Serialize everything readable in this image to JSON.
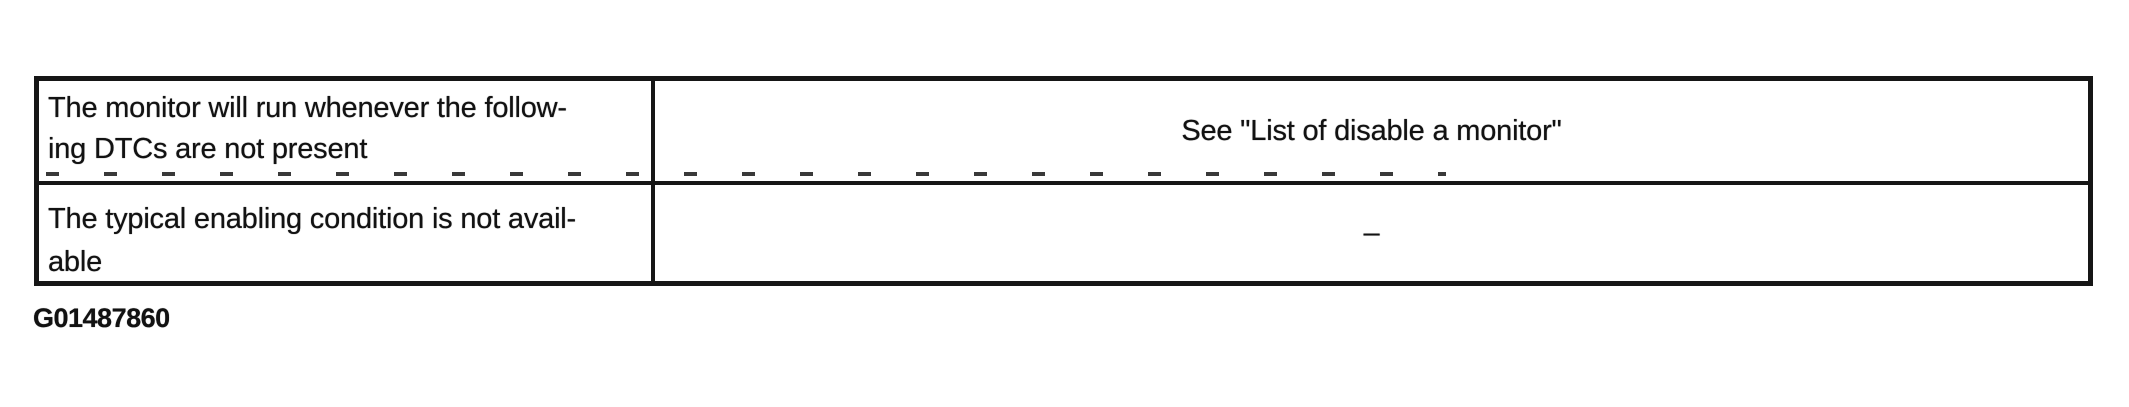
{
  "page": {
    "figure_id": "G01487860",
    "background": "#ffffff"
  },
  "colors": {
    "ink": "#121212",
    "border": "#161616"
  },
  "table": {
    "rows": [
      {
        "condition_lines": [
          "The monitor will run whenever the follow-",
          "ing DTCs are not present"
        ],
        "value": "See \"List of disable a monitor\""
      },
      {
        "condition_lines": [
          "The typical enabling condition is not avail-",
          "able"
        ],
        "value": "–"
      }
    ]
  }
}
